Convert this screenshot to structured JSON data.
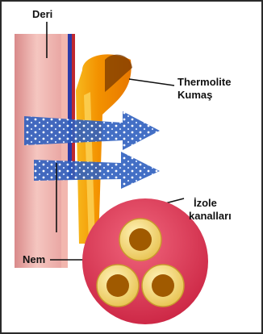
{
  "labels": {
    "skin": "Deri",
    "fabric_line1": "Thermolite",
    "fabric_line2": "Kumaş",
    "channels_line1": "İzole",
    "channels_line2": "kanalları",
    "moisture": "Nem"
  },
  "colors": {
    "skin": "#e9a2a2",
    "fabric_outer": "#f08a00",
    "fabric_inner": "#f6b01a",
    "inner_stripe": "#2a3aa8",
    "moisture_arrow": "#2f5fbf",
    "circle": "#e0314f",
    "tube_outer": "#f7e28a",
    "tube_hole": "#a05a00"
  }
}
